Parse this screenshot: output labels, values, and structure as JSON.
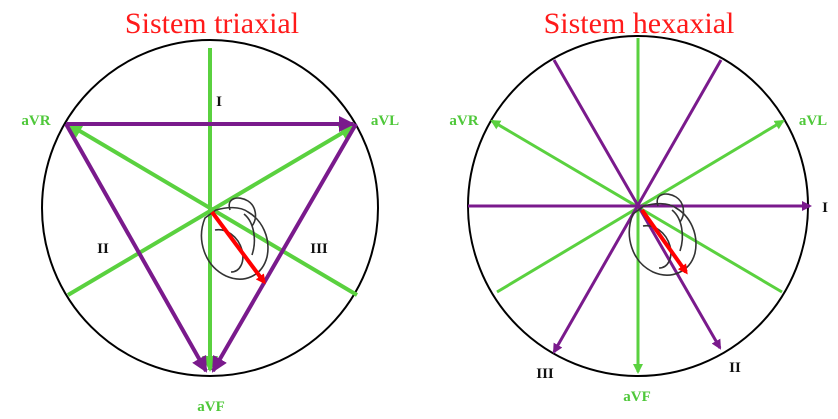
{
  "colors": {
    "title": "#ff1a1a",
    "green": "#5ad13f",
    "purple": "#7a1a8c",
    "red": "#ff0000",
    "lead_green": "#4fc83a",
    "lead_black": "#111111",
    "outline": "#000000",
    "heart": "#333333"
  },
  "triaxial": {
    "title": "Sistem triaxial",
    "labels": {
      "avr": "aVR",
      "avl": "aVL",
      "avf": "aVF",
      "lead_i": "I",
      "lead_ii": "II",
      "lead_iii": "III"
    }
  },
  "hexaxial": {
    "title": "Sistem hexaxial",
    "labels": {
      "avr": "aVR",
      "avl": "aVL",
      "avf": "aVF",
      "lead_i": "I",
      "lead_ii": "II",
      "lead_iii": "III"
    }
  }
}
